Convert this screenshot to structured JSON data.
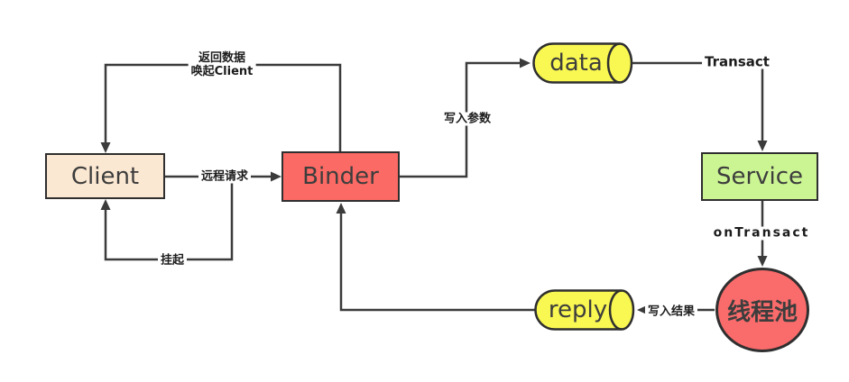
{
  "diagram": {
    "title": "Binder IPC flow diagram",
    "background": "#ffffff",
    "line_color": "#3b3b3b",
    "nodes": {
      "client": {
        "label": "Client",
        "shape": "rectangle",
        "fill": "#FBE8D2",
        "border": "#2f2f2f"
      },
      "binder": {
        "label": "Binder",
        "shape": "rectangle",
        "fill": "#FB6A64",
        "border": "#2f2f2f"
      },
      "service": {
        "label": "Service",
        "shape": "rectangle",
        "fill": "#CBF493",
        "border": "#2f2f2f"
      },
      "data": {
        "label": "data",
        "shape": "stored-data",
        "fill": "#F9F751",
        "border": "#2f2f2f"
      },
      "reply": {
        "label": "reply",
        "shape": "stored-data",
        "fill": "#F9F751",
        "border": "#2f2f2f"
      },
      "thread_pool": {
        "label": "线程池",
        "shape": "circle",
        "fill": "#FA6B6B",
        "border": "#2f2f2f"
      }
    },
    "edges": {
      "binder_to_client": {
        "label_line1": "返回数据",
        "label_line2": "唤起Client",
        "from": "Binder",
        "to": "Client"
      },
      "client_to_binder": {
        "label": "远程请求",
        "from": "Client",
        "to": "Binder"
      },
      "client_suspend_loop": {
        "label": "挂起",
        "from": "Client→Binder line",
        "to": "Client"
      },
      "binder_to_data": {
        "label": "写入参数",
        "from": "Binder",
        "to": "data"
      },
      "data_to_service": {
        "label": "Transact",
        "from": "data",
        "to": "Service"
      },
      "service_to_thread_pool": {
        "label": "onTransact",
        "from": "Service",
        "to": "线程池"
      },
      "thread_pool_to_reply": {
        "label": "写入结果",
        "from": "线程池",
        "to": "reply"
      },
      "reply_to_binder": {
        "label": "",
        "from": "reply",
        "to": "Binder"
      }
    }
  }
}
